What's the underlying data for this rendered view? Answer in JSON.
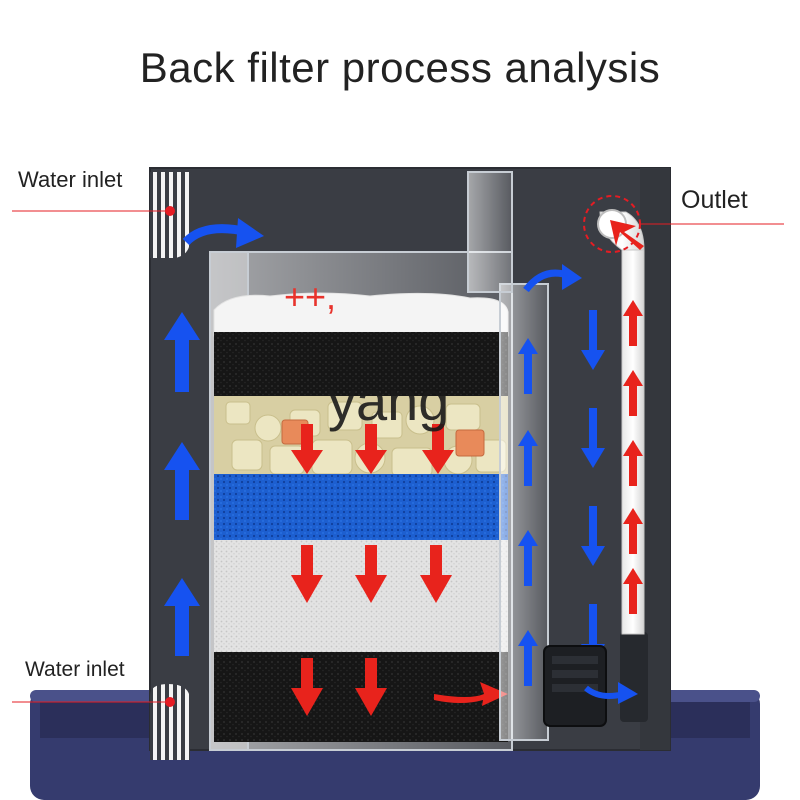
{
  "title": "Back filter process analysis",
  "labels": {
    "water_inlet_top": "Water inlet",
    "outlet": "Outlet",
    "water_inlet_bottom": "Water inlet"
  },
  "watermark": {
    "text": "yang",
    "marks": "++,"
  },
  "colors": {
    "flow_up": "#1652f0",
    "flow_down": "#e8231c",
    "label_marker": "#e51c23",
    "tank_body": "#3a3d44",
    "aquarium_base": "#353b6e",
    "sponge_blue": "#1d5fd0",
    "sponge_black": "#1a1a1a",
    "sponge_white": "#f2f2f2",
    "sponge_gray": "#dcdcdc",
    "ceramic_rings": "#e9e2b8"
  },
  "icons": {
    "inlet_grill": "vertical-slot-grill-icon",
    "outlet_elbow": "elbow-pipe-icon",
    "pump": "water-pump-icon"
  }
}
